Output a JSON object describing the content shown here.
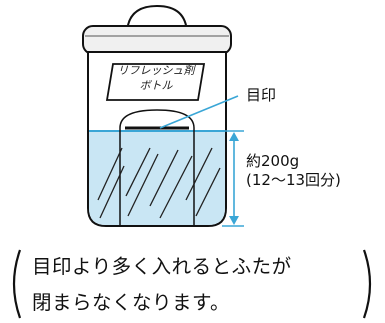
{
  "diagram": {
    "bottle_label_line1": "リフレッシュ剤",
    "bottle_label_line2": "ボトル",
    "mark_label": "目印",
    "amount_line1": "約200g",
    "amount_line2": "(12～13回分)"
  },
  "note": {
    "line1": "目印より多く入れるとふたが",
    "line2": "閉まらなくなります。"
  },
  "colors": {
    "liquid": "#c9e6f4",
    "accent_blue": "#3aa6d6",
    "outline": "#111111",
    "cap_fill": "#f0f0f0"
  }
}
